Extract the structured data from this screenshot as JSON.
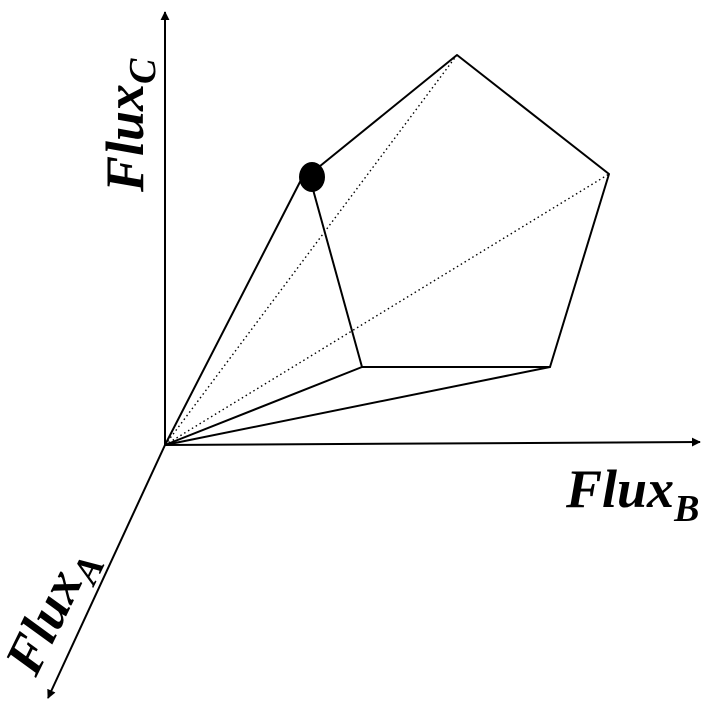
{
  "axes": {
    "a": {
      "name": "Flux",
      "subscript": "A"
    },
    "b": {
      "name": "Flux",
      "subscript": "B"
    },
    "c": {
      "name": "Flux",
      "subscript": "C"
    }
  },
  "colors": {
    "ink": "#000000",
    "background": "#ffffff"
  },
  "marker": {
    "shape": "filled-ellipse"
  }
}
